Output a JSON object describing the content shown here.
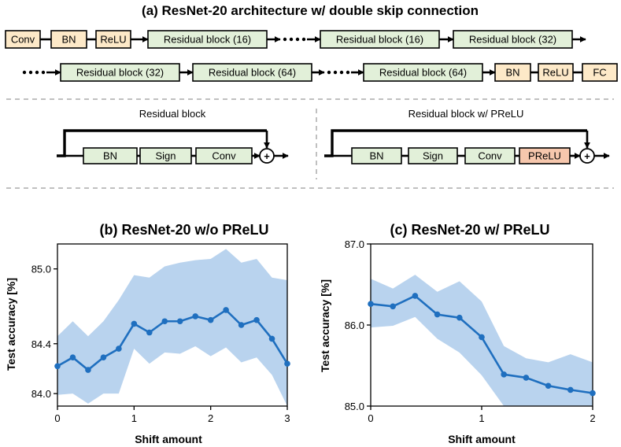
{
  "architecture": {
    "title": "(a) ResNet-20 architecture w/ double skip connection",
    "row1": [
      "Conv",
      "BN",
      "ReLU",
      "Residual block (16)",
      "Residual block (16)",
      "Residual block (32)"
    ],
    "row2": [
      "Residual block (32)",
      "Residual block (64)",
      "Residual block (64)",
      "BN",
      "ReLU",
      "FC"
    ],
    "colors": {
      "io_fill": "#fde9c8",
      "res_fill": "#e2f0d9",
      "prelu_fill": "#f6c7ad",
      "line": "#000000",
      "divider": "#c0c0c0"
    }
  },
  "residual_block": {
    "title": "Residual block",
    "items": [
      "BN",
      "Sign",
      "Conv"
    ],
    "add_symbol": "+"
  },
  "residual_block_prelu": {
    "title": "Residual block w/ PReLU",
    "items": [
      "BN",
      "Sign",
      "Conv",
      "PReLU"
    ],
    "add_symbol": "+"
  },
  "chart_data": [
    {
      "type": "line",
      "title": "(b) ResNet-20 w/o PReLU",
      "xlabel": "Shift amount",
      "ylabel": "Test accuracy [%]",
      "xlim": [
        0,
        3
      ],
      "ylim": [
        83.9,
        85.2
      ],
      "xticks": [
        0,
        1,
        2,
        3
      ],
      "yticks": [
        84.0,
        84.4,
        85.0
      ],
      "ytick_labels": [
        "84.0",
        "84.4",
        "85.0"
      ],
      "x": [
        0,
        0.2,
        0.4,
        0.6,
        0.8,
        1.0,
        1.2,
        1.4,
        1.6,
        1.8,
        2.0,
        2.2,
        2.4,
        2.6,
        2.8,
        3.0
      ],
      "series": [
        {
          "values": [
            84.22,
            84.29,
            84.19,
            84.29,
            84.36,
            84.56,
            84.49,
            84.58,
            84.58,
            84.62,
            84.59,
            84.67,
            84.55,
            84.59,
            84.44,
            84.24
          ]
        }
      ],
      "band_upper": [
        84.46,
        84.58,
        84.46,
        84.58,
        84.75,
        84.95,
        84.93,
        85.02,
        85.05,
        85.07,
        85.08,
        85.16,
        85.05,
        85.08,
        84.93,
        84.91
      ],
      "band_lower": [
        83.99,
        84.0,
        83.92,
        84.0,
        84.0,
        84.36,
        84.24,
        84.33,
        84.32,
        84.38,
        84.3,
        84.37,
        84.25,
        84.29,
        84.15,
        83.82
      ],
      "colors": {
        "line": "#1f6fbf",
        "band": "#b9d3ee"
      }
    },
    {
      "type": "line",
      "title": "(c) ResNet-20 w/ PReLU",
      "xlabel": "Shift amount",
      "ylabel": "Test accuracy [%]",
      "xlim": [
        0,
        2
      ],
      "ylim": [
        85.0,
        87.0
      ],
      "xticks": [
        0,
        1,
        2
      ],
      "yticks": [
        85.0,
        86.0,
        87.0
      ],
      "ytick_labels": [
        "85.0",
        "86.0",
        "87.0"
      ],
      "x": [
        0,
        0.2,
        0.4,
        0.6,
        0.8,
        1.0,
        1.2,
        1.4,
        1.6,
        1.8,
        2.0
      ],
      "series": [
        {
          "values": [
            86.26,
            86.23,
            86.36,
            86.13,
            86.09,
            85.85,
            85.39,
            85.35,
            85.25,
            85.2,
            85.16
          ]
        }
      ],
      "band_upper": [
        86.57,
        86.45,
        86.62,
        86.41,
        86.54,
        86.29,
        85.74,
        85.59,
        85.54,
        85.64,
        85.54
      ],
      "band_lower": [
        85.97,
        85.99,
        86.1,
        85.83,
        85.66,
        85.38,
        85.0,
        85.0,
        85.0,
        85.0,
        85.0
      ],
      "colors": {
        "line": "#1f6fbf",
        "band": "#b9d3ee"
      }
    }
  ]
}
